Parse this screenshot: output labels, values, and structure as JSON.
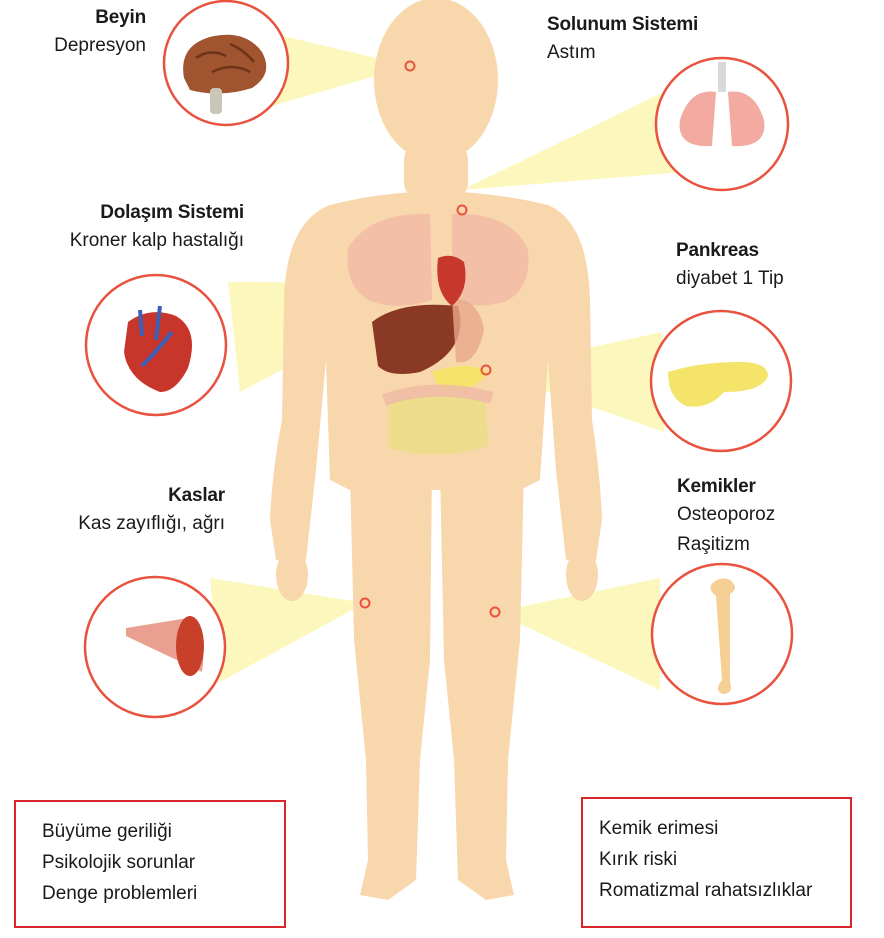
{
  "labels": {
    "brain": {
      "title": "Beyin",
      "desc": [
        "Depresyon"
      ]
    },
    "respiratory": {
      "title": "Solunum Sistemi",
      "desc": [
        "Astım"
      ]
    },
    "circulatory": {
      "title": "Dolaşım Sistemi",
      "desc": [
        "Kroner kalp hastalığı"
      ]
    },
    "pancreas": {
      "title": "Pankreas",
      "desc": [
        "diyabet 1 Tip"
      ]
    },
    "muscles": {
      "title": "Kaslar",
      "desc": [
        "Kas zayıflığı, ağrı"
      ]
    },
    "bones": {
      "title": "Kemikler",
      "desc": [
        "Osteoporoz",
        "Raşitizm"
      ]
    }
  },
  "boxes": {
    "left": [
      "Büyüme geriliği",
      "Psikolojik sorunlar",
      "Denge problemleri"
    ],
    "right": [
      "Kemik erimesi",
      "Kırık riski",
      "Romatizmal rahatsızlıklar"
    ]
  },
  "colors": {
    "skin": "#f9d7ac",
    "ray": "#fbf6b0",
    "ring": "#e8523f",
    "box_border": "#d9262b"
  },
  "icons": [
    "brain-icon",
    "lungs-icon",
    "heart-icon",
    "pancreas-icon",
    "muscle-icon",
    "bone-icon"
  ]
}
